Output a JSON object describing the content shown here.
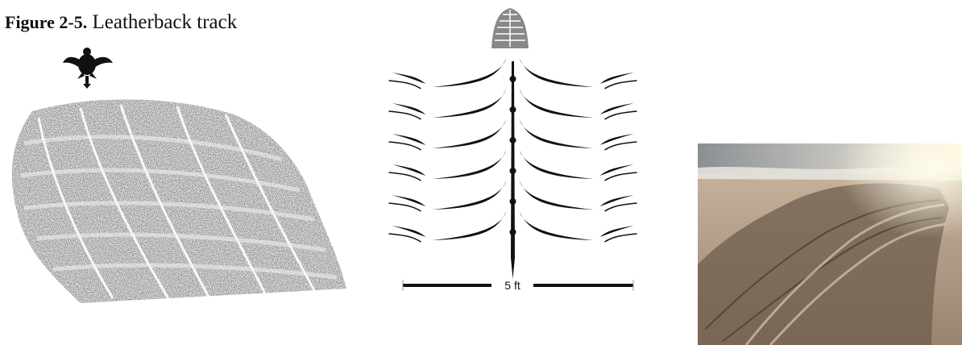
{
  "figure": {
    "number": "Figure 2-5.",
    "title": "Leatherback track"
  },
  "diagram": {
    "scale_label": "5 ft"
  },
  "colors": {
    "ink": "#111111",
    "sand_light": "#d9c7b0",
    "sand_dark": "#6e5d4e",
    "sky": "#c9c6c0"
  }
}
